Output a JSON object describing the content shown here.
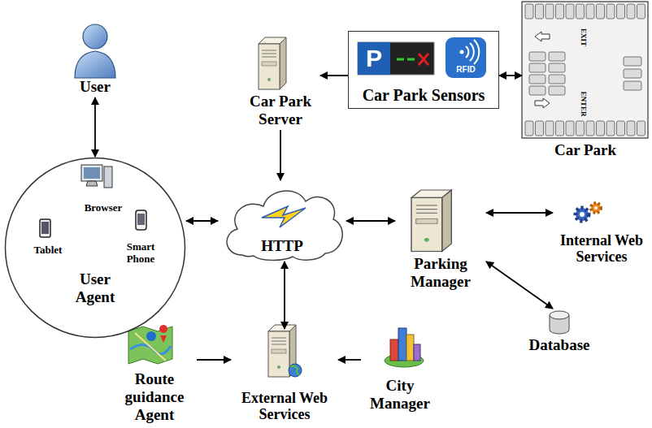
{
  "diagram": {
    "nodes": [
      {
        "text": [
          "User"
        ]
      },
      {
        "text": [
          "Car Park Server"
        ]
      },
      {
        "text": [
          "Car Park Sensors"
        ]
      },
      {
        "text": [
          "Car Park"
        ]
      },
      {
        "text": [
          "User Agent"
        ]
      },
      {
        "text": [
          "Browser"
        ],
        "in": 4
      },
      {
        "text": [
          "Tablet"
        ],
        "in": 4
      },
      {
        "text": [
          "Smart Phone"
        ],
        "in": 4
      },
      {
        "text": [
          "HTTP"
        ]
      },
      {
        "text": [
          "Parking Manager"
        ]
      },
      {
        "text": [
          "Internal Web Services"
        ]
      },
      {
        "text": [
          "Database"
        ]
      },
      {
        "text": [
          "Route guidance Agent"
        ]
      },
      {
        "text": [
          "External Web Services"
        ]
      },
      {
        "text": [
          "City Manager"
        ]
      }
    ],
    "edges": [
      {
        "from": 0,
        "to": 4,
        "arrow": "both"
      },
      {
        "from": 2,
        "to": 1,
        "arrow": "to"
      },
      {
        "from": 2,
        "to": 3,
        "arrow": "both"
      },
      {
        "from": 1,
        "to": 8,
        "arrow": "to"
      },
      {
        "from": 4,
        "to": 8,
        "arrow": "both"
      },
      {
        "from": 8,
        "to": 9,
        "arrow": "both"
      },
      {
        "from": 9,
        "to": 10,
        "arrow": "both"
      },
      {
        "from": 9,
        "to": 11,
        "arrow": "both"
      },
      {
        "from": 8,
        "to": 13,
        "arrow": "both"
      },
      {
        "from": 12,
        "to": 13,
        "arrow": "to"
      },
      {
        "from": 14,
        "to": 13,
        "arrow": "to"
      }
    ],
    "labels": [
      "P",
      "RFID",
      "EXIT",
      "ENTER"
    ]
  }
}
